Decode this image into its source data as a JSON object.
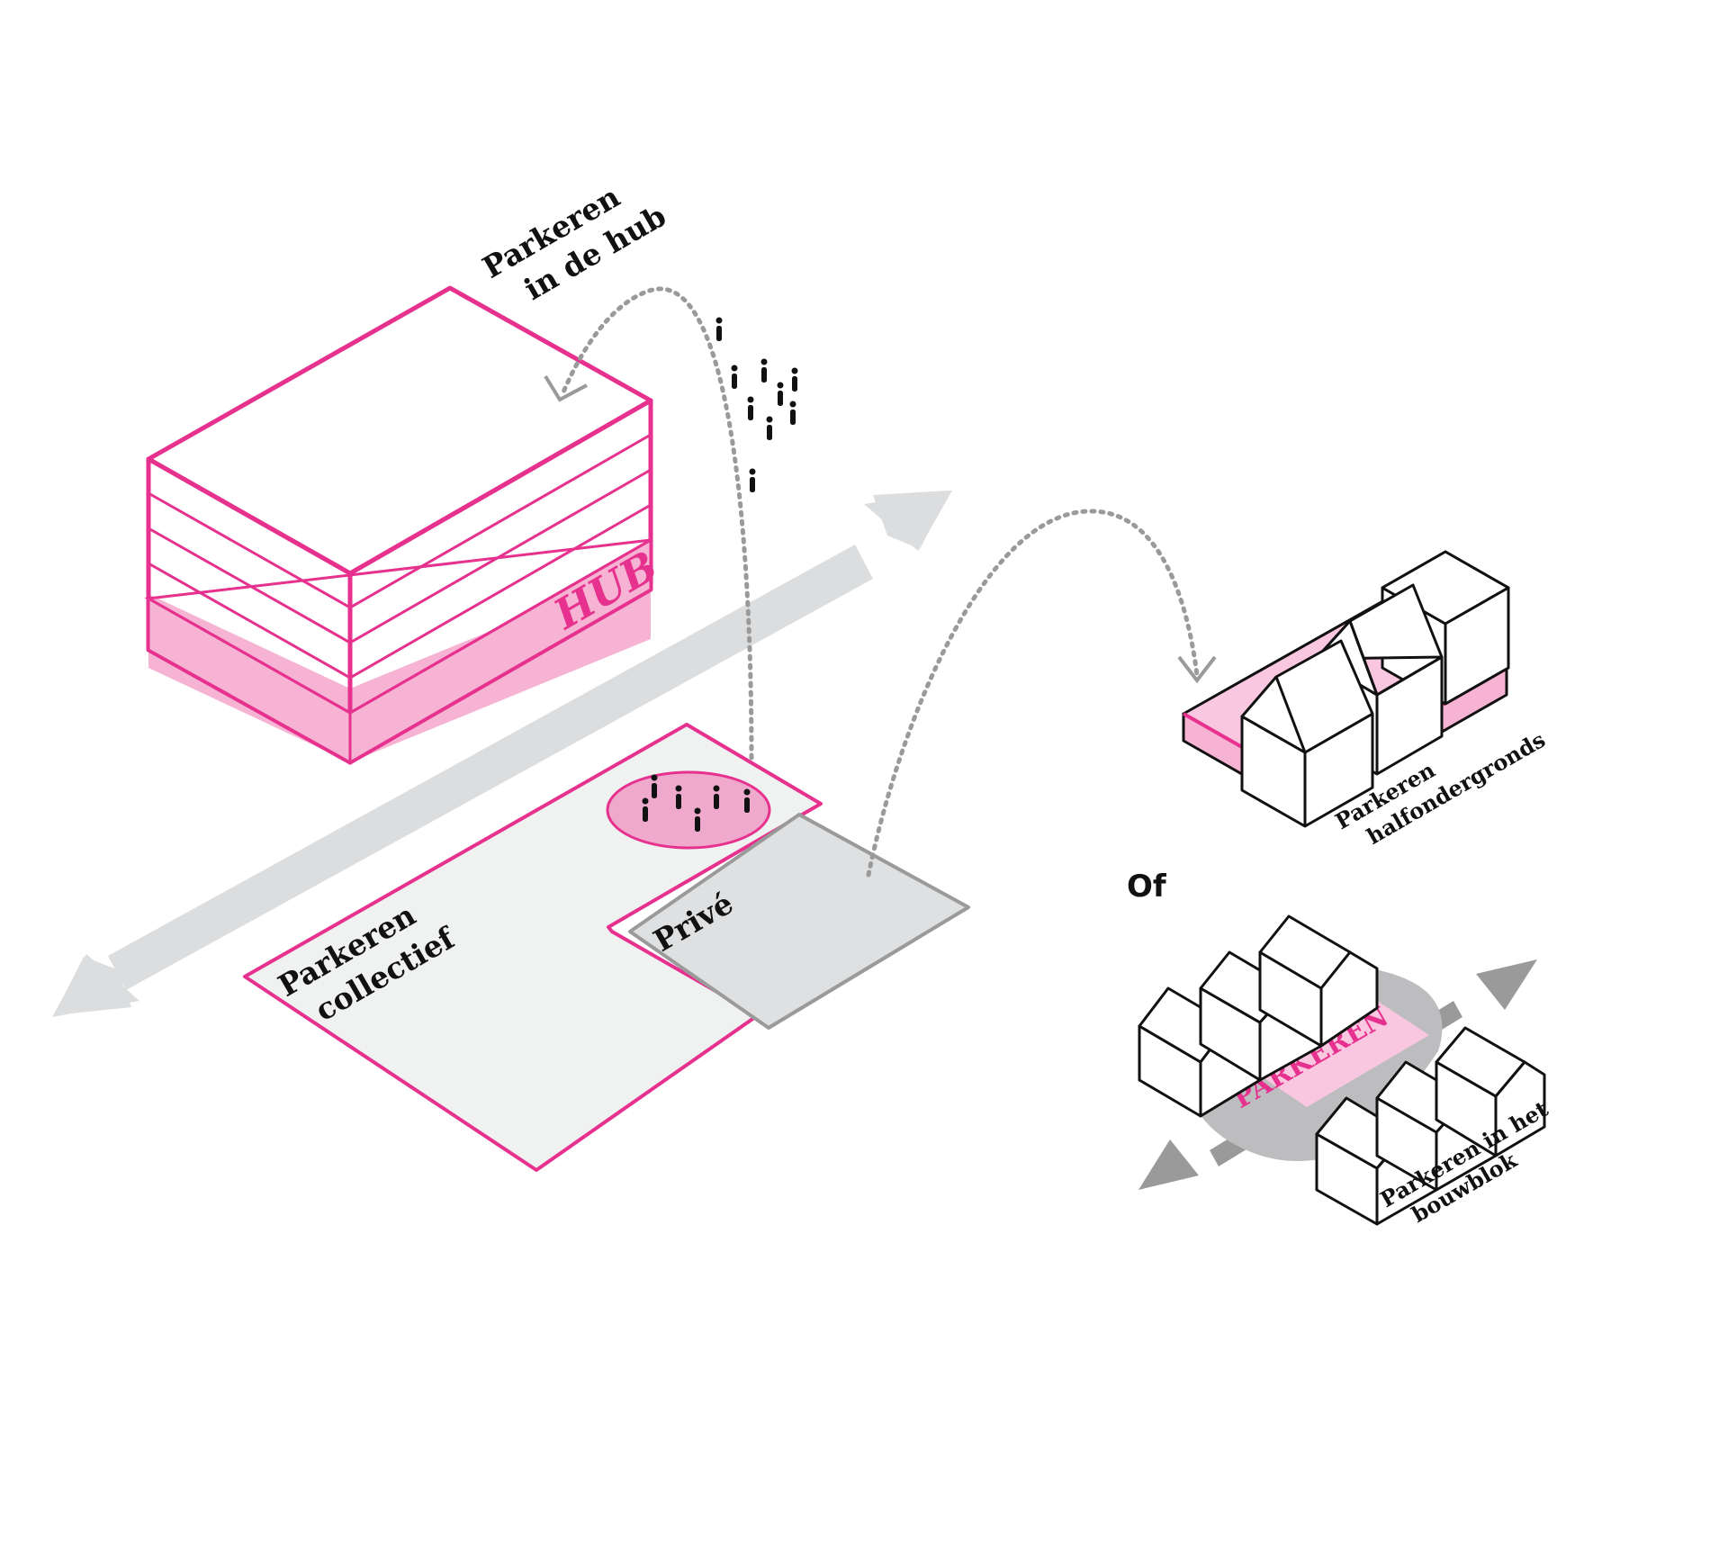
{
  "labels": {
    "hub_parking": [
      "Parkeren",
      "in de hub"
    ],
    "hub_sign": "HUB",
    "collective": [
      "Parkeren",
      "collectief"
    ],
    "private": "Privé",
    "half_underground": [
      "Parkeren",
      "halfondergronds"
    ],
    "or": "Of",
    "block_sign": "PARKEREN",
    "block_parking": [
      "Parkeren in het",
      "bouwblok"
    ]
  },
  "colors": {
    "magenta": "#e6318e",
    "pink_fill": "#f6b3d3",
    "light_pink": "#f9c7df",
    "ellipse_fill": "#eea9cc",
    "road_grey": "#dcdddf",
    "lot_grey": "#f0f1f1",
    "private_grey": "#dfe0e1",
    "arrow_grey": "#9a9a9a",
    "ink": "#111111"
  },
  "icons": [
    "person-icon",
    "double-arrow-icon",
    "dotted-arrow-icon",
    "house-icon"
  ]
}
